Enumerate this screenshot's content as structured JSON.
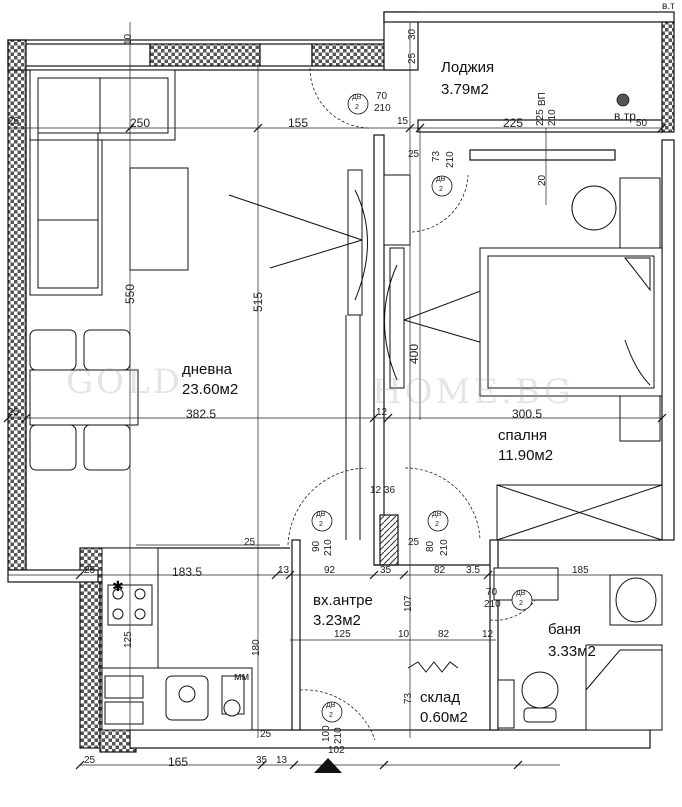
{
  "rooms": {
    "loggia": {
      "name": "Лоджия",
      "area": "3.79м2"
    },
    "living": {
      "name": "дневна",
      "area": "23.60м2"
    },
    "bedroom": {
      "name": "спалня",
      "area": "11.90м2"
    },
    "entrance": {
      "name": "вх.антре",
      "area": "3.23м2"
    },
    "bath": {
      "name": "баня",
      "area": "3.33м2"
    },
    "storage": {
      "name": "склад",
      "area": "0.60м2"
    }
  },
  "labels": {
    "top_right": "в.т",
    "vent": "в.тр",
    "vp": "ВП",
    "mm": "мм",
    "dv": "ДВ",
    "dv_num": "2"
  },
  "doors": {
    "d1": {
      "w": "70",
      "h": "210"
    },
    "d2": {
      "w": "73",
      "h": "210"
    },
    "d3": {
      "w": "90",
      "h": "210"
    },
    "d4": {
      "w": "80",
      "h": "210"
    },
    "d5": {
      "w": "70",
      "h": "210"
    },
    "d6": {
      "w": "100",
      "h": "210"
    },
    "d7": {
      "w": "225",
      "h": "210"
    }
  },
  "dims": {
    "d_250": "250",
    "d_155": "155",
    "d_225": "225",
    "d_50": "50",
    "d_15a": "15",
    "d_25a": "25",
    "d_382": "382.5",
    "d_12a": "12",
    "d_300": "300.5",
    "d_25b": "25",
    "d_1236": "12 36",
    "d_25c": "25",
    "d_1835": "183.5",
    "d_13a": "13",
    "d_92": "92",
    "d_35a": "35",
    "d_82a": "82",
    "d_35b": "3.5",
    "d_185": "185",
    "d_125": "125",
    "d_10": "10",
    "d_82b": "82",
    "d_12b": "12",
    "d_165": "165",
    "d_35c": "35",
    "d_102": "102",
    "d_13b": "13",
    "d_10top": "10",
    "d_30": "30",
    "d_25top": "25",
    "d_20": "20",
    "d_550": "550",
    "d_515": "515",
    "d_400": "400",
    "d_180": "180",
    "d_107": "107",
    "d_73": "73",
    "d_125v": "125",
    "d_25d": "25",
    "d_25e": "25",
    "d_25f": "25",
    "d_25g": "25",
    "d_25h": "25"
  },
  "watermark": {
    "left": "GOLD",
    "right": "HOME.BG"
  }
}
